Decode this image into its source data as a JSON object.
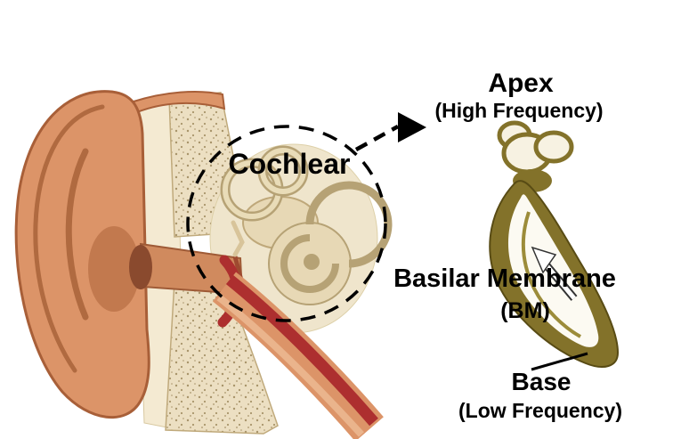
{
  "figure": {
    "type": "anatomical-diagram",
    "subject": "Human ear cross-section with cochlea highlighted and uncoiled cochlea frequency map"
  },
  "labels": {
    "cochlear": "Cochlear",
    "apex": {
      "title": "Apex",
      "subtitle": "(High Frequency)"
    },
    "basilar_membrane": {
      "title": "Basilar Membrane",
      "abbreviation": "(BM)"
    },
    "base": {
      "title": "Base",
      "subtitle": "(Low Frequency)"
    }
  },
  "colors": {
    "background": "#ffffff",
    "ink": "#000000",
    "skin": "#dc9468",
    "skin_outline": "#a85f38",
    "skin_shadow": "#c2794e",
    "canal": "#d08a5e",
    "bone": "#ecdfc2",
    "bone_dot": "#a8946a",
    "cavity": "#efe5cc",
    "inner_ear": "#e7d8b5",
    "inner_ear_outline": "#b6a275",
    "red": "#ad2f2f",
    "red_highlight": "#eab48c",
    "olive": "#83722a",
    "olive_dark": "#584b14"
  }
}
